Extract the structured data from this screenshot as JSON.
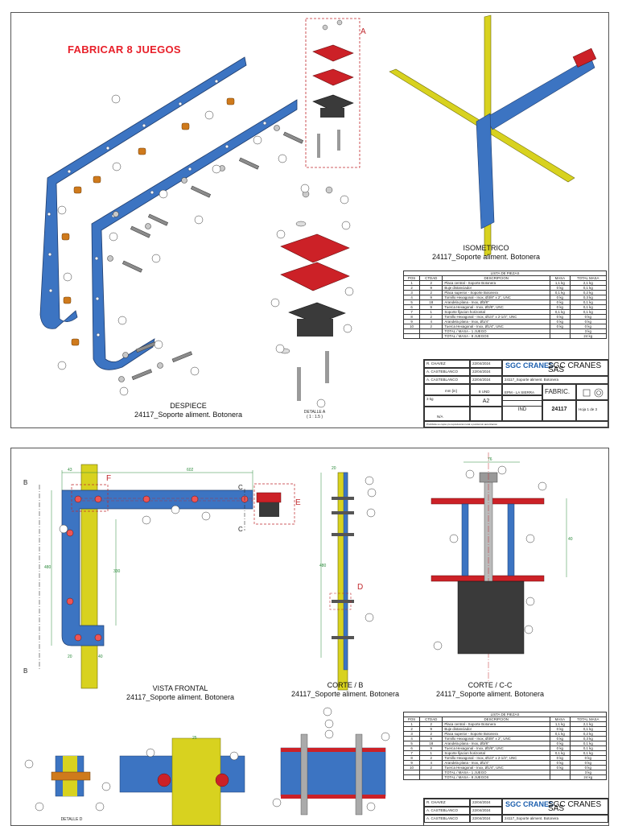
{
  "sheet1": {
    "header": "FABRICAR 8 JUEGOS",
    "detail_letter_a": "A",
    "despiece_title": "DESPIECE",
    "despiece_subtitle": "24117_Soporte aliment. Botonera",
    "detalle_a": "DETALLE A",
    "detalle_a_scale": "( 1 : 1.5 )",
    "isometric_title": "ISOMETRICO",
    "isometric_subtitle": "24117_Soporte aliment. Botonera",
    "balloons": [
      "1",
      "2",
      "3",
      "4",
      "5",
      "6",
      "7",
      "8",
      "9",
      "10"
    ]
  },
  "bom": {
    "title": "LISTA DE PIEZAS",
    "headers": [
      "POS",
      "CTDAD",
      "DESCRIPCION",
      "MASA",
      "TOTAL MASA"
    ],
    "rows": [
      [
        "1",
        "2",
        "Placa central - Soporte Botonera",
        "1,1 kg",
        "2,1 kg"
      ],
      [
        "2",
        "9",
        "Buje distanciador",
        "0 kg",
        "0,1 kg"
      ],
      [
        "3",
        "2",
        "Placa superior - Soporte Botonera",
        "0,1 kg",
        "0,2 kg"
      ],
      [
        "4",
        "9",
        "Tornillo Hexagonal - Inox, Ø3/8\" x 2\", UNC",
        "0 kg",
        "0,3 kg"
      ],
      [
        "5",
        "18",
        "Arandela plana - Inox, Ø3/8\"",
        "0 kg",
        "0,1 kg"
      ],
      [
        "6",
        "9",
        "Tuerca Hexagonal - Inox, Ø3/8\", UNC",
        "0 kg",
        "0,1 kg"
      ],
      [
        "7",
        "1",
        "Soporte fijacion horizontal",
        "0,1 kg",
        "0,1 kg"
      ],
      [
        "8",
        "2",
        "Tornillo Hexagonal - Inox, Ø1/4\" x 2-1/4\", UNC",
        "0 kg",
        "0 kg"
      ],
      [
        "9",
        "4",
        "Arandela plana - Inox, Ø1/4\"",
        "0 kg",
        "0 kg"
      ],
      [
        "10",
        "2",
        "Tuerca Hexagonal - Inox, Ø1/4\", UNC",
        "0 kg",
        "0 kg"
      ]
    ],
    "total_1": [
      "TOTAL / MASA - 1 JUEGO",
      "3 kg"
    ],
    "total_8": [
      "TOTAL / MASA - 8 JUEGOS",
      "24 kg"
    ]
  },
  "title_block": {
    "dibujado_label": "DIBUJADO",
    "dibujado": "R. CHAVEZ",
    "dibujado_fecha": "22/04/2024",
    "revisado_label": "REVISADO",
    "revisado": "A. CASTEBLANCO",
    "revisado_fecha": "22/04/2024",
    "aprobado_label": "APROBADO",
    "aprobado": "A. CASTEBLANCO",
    "aprobado_fecha": "22/04/2024",
    "logo": "SGC CRANES",
    "company": "SGC CRANES SAS",
    "titulo_label": "TITULO",
    "titulo": "24117_Soporte aliment. Botonera",
    "unidades": "mm [in]",
    "cantidad": "8 UND",
    "cliente_label": "CLIENTE",
    "cliente": "EPM - LA SIERRA",
    "estado_label": "ESTADO PLANO",
    "estado": "FABRIC.",
    "masa_label": "MASA",
    "masa": "3 kg",
    "formato": "A2",
    "tolerancia_label": "TOLERANCIA GENERAL",
    "tolerancia": "N/A",
    "norma_label": "NORMA",
    "norma": "IND",
    "centro_label": "CENTRO DE COSTO",
    "centro": "24117",
    "hoja": "Hoja 1 de 3",
    "hoja_short": "Hoja 1  de 3",
    "disclaimer": "Prohibida su copia y/o reproduccion total o parcial sin autorizacion"
  },
  "sheet2": {
    "vista_frontal": "VISTA FRONTAL",
    "vista_frontal_sub": "24117_Soporte aliment. Botonera",
    "corte_b": "CORTE / B",
    "corte_b_sub": "24117_Soporte aliment. Botonera",
    "corte_cc": "CORTE / C-C",
    "corte_cc_sub": "24117_Soporte aliment. Botonera",
    "detalle_d": "DETALLE D",
    "detalle_d_scale": "( 1 : 1 )",
    "label_b_top": "B",
    "label_b_bottom": "B",
    "label_c_top": "C",
    "label_c_bottom": "C",
    "label_f": "F",
    "label_e": "E",
    "label_d": "D",
    "dim_43": "43",
    "dim_602": "602",
    "dim_480": "480",
    "dim_330": "330",
    "dim_20": "20",
    "dim_40": "40",
    "dim_25": "25",
    "dim_76": "76"
  },
  "colors": {
    "blue": "#3c74c2",
    "yellow": "#d8d21f",
    "red": "#cc2127",
    "dark": "#3a3a3a",
    "orange": "#cf7a1c"
  }
}
